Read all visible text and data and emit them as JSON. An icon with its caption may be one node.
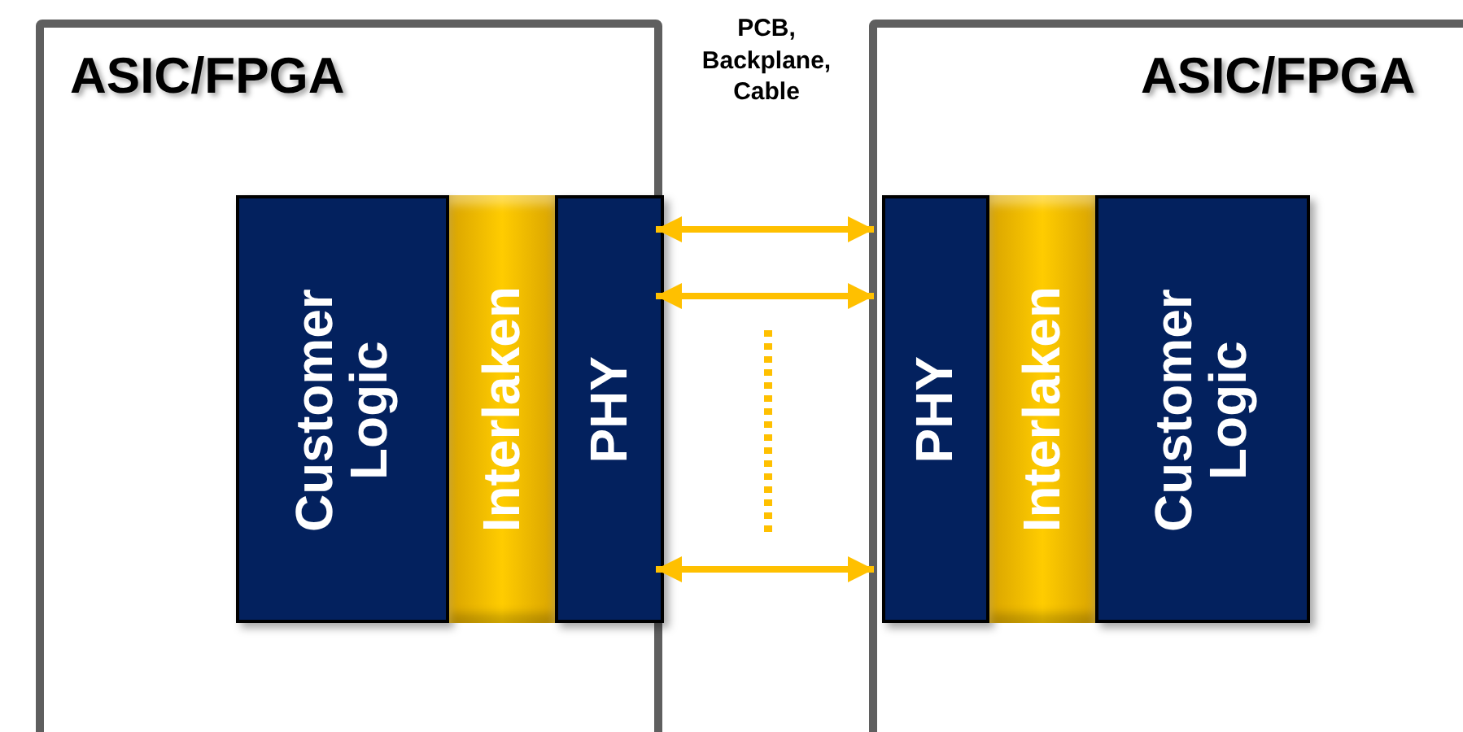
{
  "diagram": {
    "nodes": [
      {
        "text": [
          "ASIC/FPGA"
        ]
      },
      {
        "text": [
          "Customer Logic"
        ],
        "in": 0
      },
      {
        "text": [
          "Interlaken"
        ],
        "in": 0
      },
      {
        "text": [
          "PHY"
        ],
        "in": 0
      },
      {
        "text": [
          "ASIC/FPGA"
        ]
      },
      {
        "text": [
          "PHY"
        ],
        "in": 4
      },
      {
        "text": [
          "Interlaken"
        ],
        "in": 4
      },
      {
        "text": [
          "Customer Logic"
        ],
        "in": 4
      }
    ],
    "edges": [
      {
        "from": 3,
        "to": 5,
        "arrow": "both",
        "color": "#ffc000"
      },
      {
        "from": 3,
        "to": 5,
        "arrow": "both",
        "color": "#ffc000"
      },
      {
        "from": 3,
        "to": 5,
        "arrow": "both",
        "color": "#ffc000"
      }
    ],
    "labels": [
      "PCB, Backplane, Cable"
    ]
  }
}
